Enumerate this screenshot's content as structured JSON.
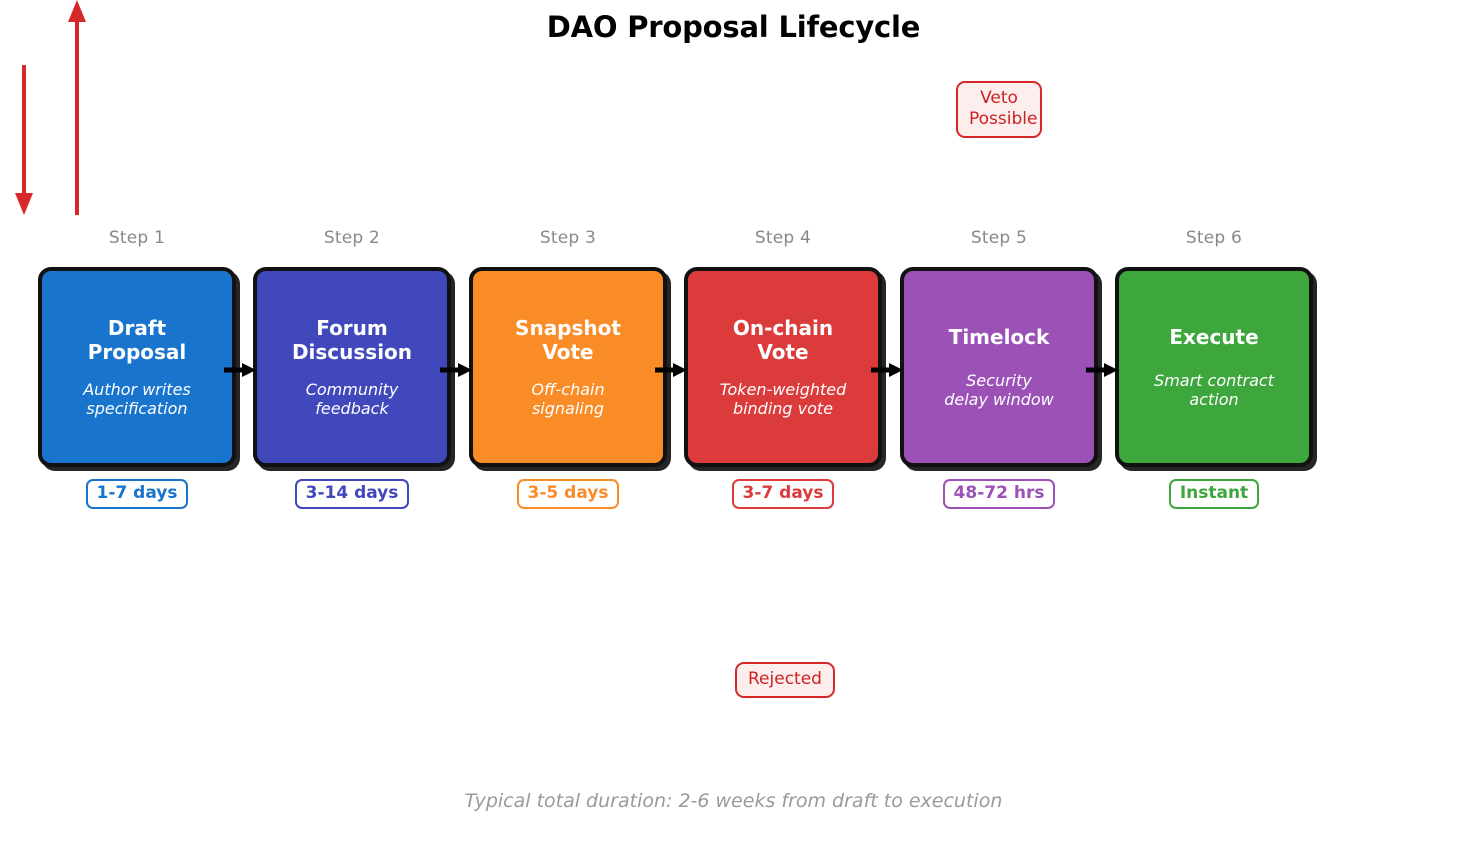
{
  "title": "DAO Proposal Lifecycle",
  "footer": "Typical total duration: 2-6 weeks from draft to execution",
  "colors": {
    "draft": "#1874cd",
    "forum": "#4148bc",
    "snapshot": "#fa8c28",
    "onchain": "#dc3b3b",
    "timelock": "#9c51b6",
    "execute": "#3da63d",
    "annotation": "#d62828",
    "annotation_fill": "#fdeeee",
    "step_label": "#888888",
    "arrow": "#000000",
    "footer_text": "#9a9a9a"
  },
  "steps": [
    {
      "step_label": "Step 1",
      "title": "Draft\nProposal",
      "description": "Author writes\nspecification",
      "duration": "1-7 days",
      "color": "#1874cd"
    },
    {
      "step_label": "Step 2",
      "title": "Forum\nDiscussion",
      "description": "Community\nfeedback",
      "duration": "3-14 days",
      "color": "#4148bc"
    },
    {
      "step_label": "Step 3",
      "title": "Snapshot\nVote",
      "description": "Off-chain\nsignaling",
      "duration": "3-5 days",
      "color": "#fa8c28"
    },
    {
      "step_label": "Step 4",
      "title": "On-chain\nVote",
      "description": "Token-weighted\nbinding vote",
      "duration": "3-7 days",
      "color": "#dc3b3b"
    },
    {
      "step_label": "Step 5",
      "title": "Timelock",
      "description": "Security\ndelay window",
      "duration": "48-72 hrs",
      "color": "#9c51b6"
    },
    {
      "step_label": "Step 6",
      "title": "Execute",
      "description": "Smart contract\naction",
      "duration": "Instant",
      "color": "#3da63d"
    }
  ],
  "annotations": [
    {
      "label": "Veto\nPossible",
      "target_step": "Step 5",
      "direction": "down"
    },
    {
      "label": "Rejected",
      "target_step": "Step 4",
      "direction": "up"
    }
  ]
}
